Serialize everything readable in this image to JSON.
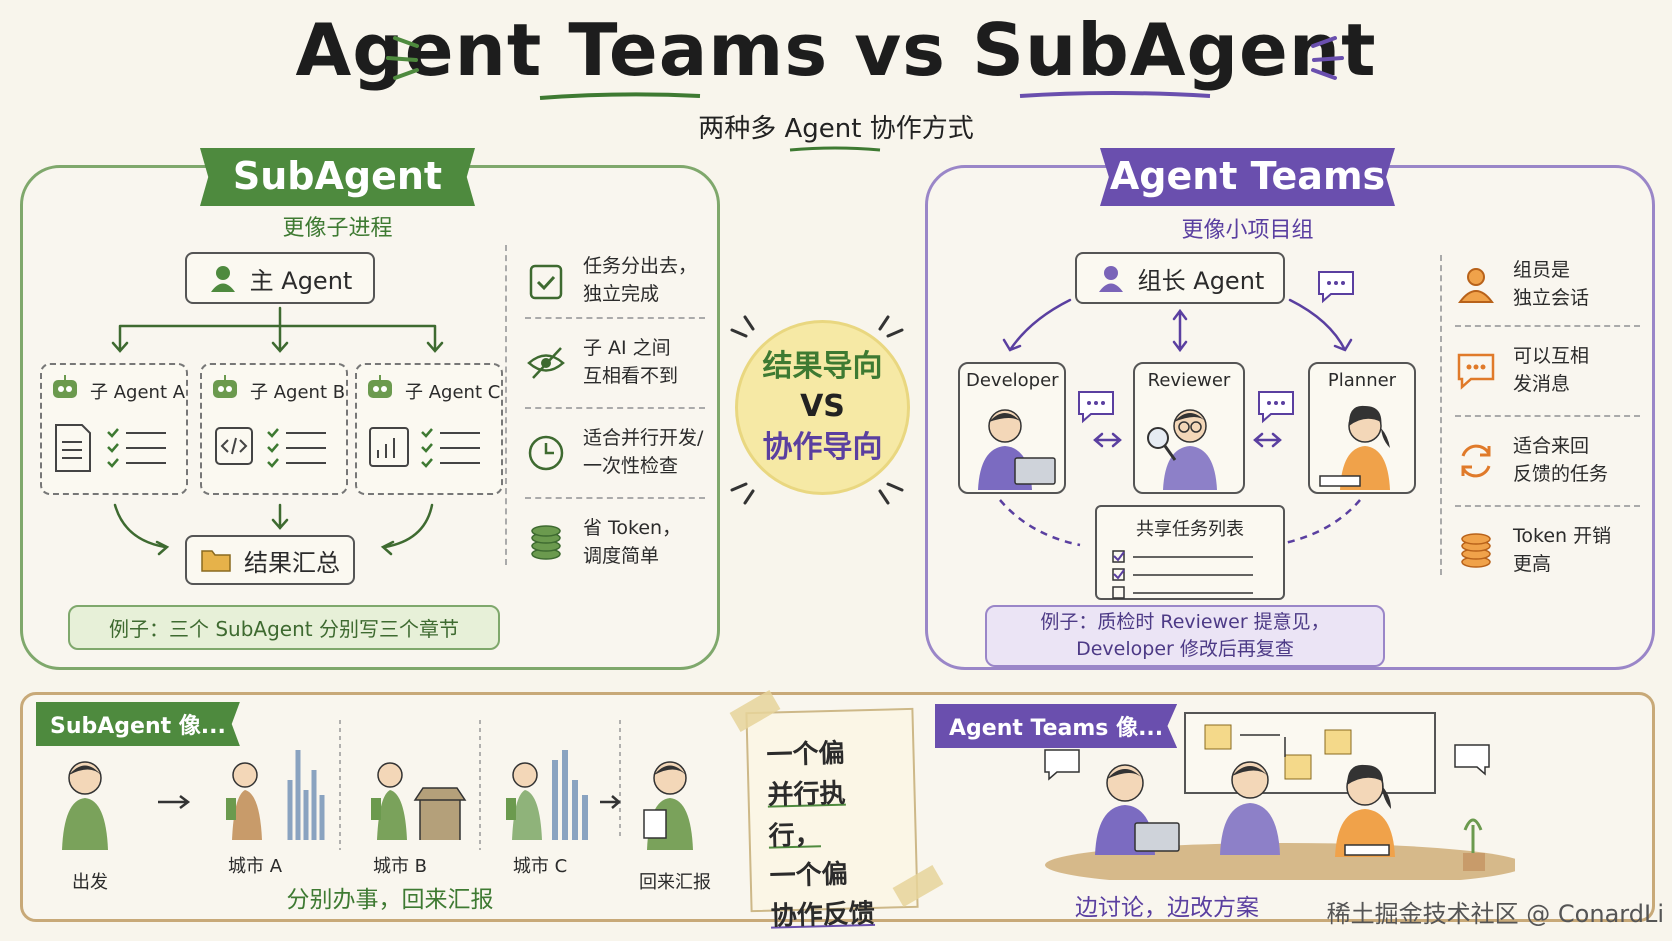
{
  "title": "Agent Teams vs SubAgent",
  "subtitle": "两种多 Agent 协作方式",
  "subagent": {
    "banner": "SubAgent",
    "desc": "更像子进程",
    "main_agent": "主 Agent",
    "children": [
      "子 Agent A",
      "子 Agent B",
      "子 Agent C"
    ],
    "result": "结果汇总",
    "features": [
      "任务分出去，\n独立完成",
      "子 AI 之间\n互相看不到",
      "适合并行开发/\n一次性检查",
      "省 Token，\n调度简单"
    ],
    "example": "例子：三个 SubAgent 分别写三个章节"
  },
  "middle": {
    "line1": "结果导向",
    "line2": "VS",
    "line3": "协作导向"
  },
  "teams": {
    "banner": "Agent Teams",
    "desc": "更像小项目组",
    "lead_agent": "组长 Agent",
    "members": [
      "Developer",
      "Reviewer",
      "Planner"
    ],
    "task_list": "共享任务列表",
    "features": [
      "组员是\n独立会话",
      "可以互相\n发消息",
      "适合来回\n反馈的任务",
      "Token 开销\n更高"
    ],
    "example_line1": "例子：质检时 Reviewer 提意见，",
    "example_line2": "Developer 修改后再复查"
  },
  "bottom": {
    "sub_tag": "SubAgent 像...",
    "stops": [
      "出发",
      "城市 A",
      "城市 B",
      "城市 C",
      "回来汇报"
    ],
    "sub_caption": "分别办事，回来汇报",
    "note_lines": [
      "一个偏",
      "并行执行，",
      "一个偏",
      "协作反馈"
    ],
    "team_tag": "Agent Teams 像...",
    "team_caption": "边讨论，边改方案"
  },
  "watermark": "稀土掘金技术社区 @ ConardLi",
  "colors": {
    "green": "#4e8a3e",
    "purple": "#6a4fae",
    "orange": "#e07a2a"
  }
}
